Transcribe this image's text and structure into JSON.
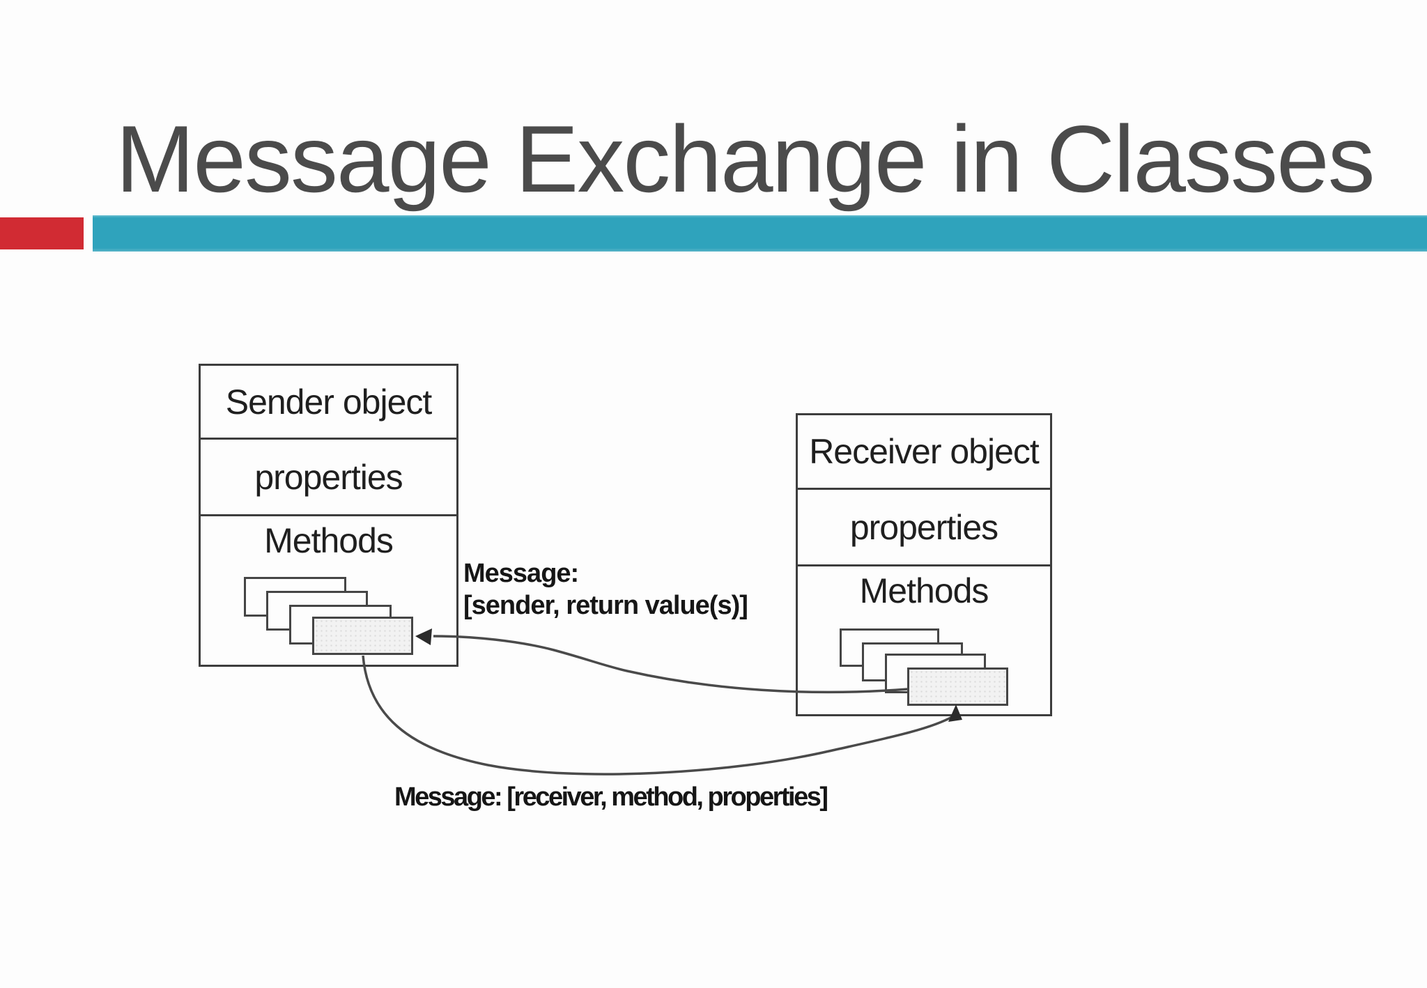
{
  "slide": {
    "title": "Message Exchange in Classes"
  },
  "colors": {
    "red": "#d12b33",
    "teal": "#2fa3bc",
    "title": "#4b4b4b",
    "ink": "#1f1f1f",
    "line": "#4a4a4a",
    "card_fill": "#f2f2f2",
    "paper": "#fdfdfd"
  },
  "sender_box": {
    "header": "Sender object",
    "properties": "properties",
    "methods": "Methods"
  },
  "receiver_box": {
    "header": "Receiver object",
    "properties": "properties",
    "methods": "Methods"
  },
  "messages": {
    "return_line1": "Message:",
    "return_line2": "[sender, return value(s)]",
    "send": "Message: [receiver, method, properties]"
  }
}
